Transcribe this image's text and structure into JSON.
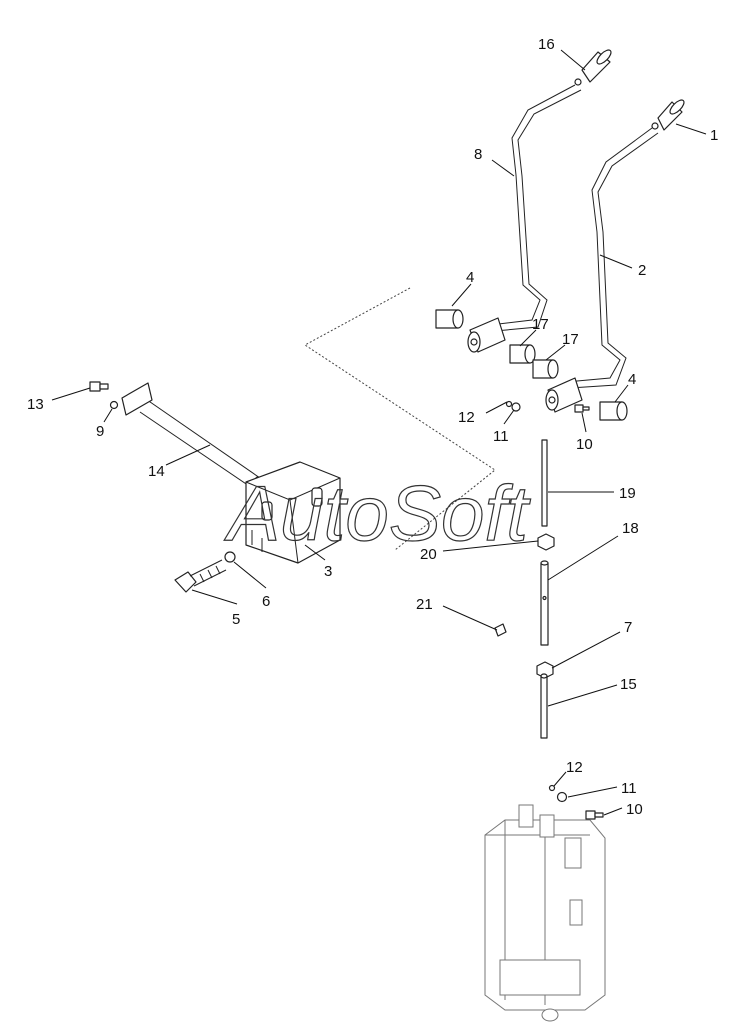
{
  "watermark": "AutoSoft",
  "callouts": {
    "c1": "1",
    "c2": "2",
    "c3": "3",
    "c4a": "4",
    "c4b": "4",
    "c5": "5",
    "c6": "6",
    "c7": "7",
    "c8": "8",
    "c9": "9",
    "c10a": "10",
    "c10b": "10",
    "c11a": "11",
    "c11b": "11",
    "c12a": "12",
    "c12b": "12",
    "c13": "13",
    "c14": "14",
    "c15": "15",
    "c16": "16",
    "c17a": "17",
    "c17b": "17",
    "c18": "18",
    "c19": "19",
    "c20": "20",
    "c21": "21"
  }
}
